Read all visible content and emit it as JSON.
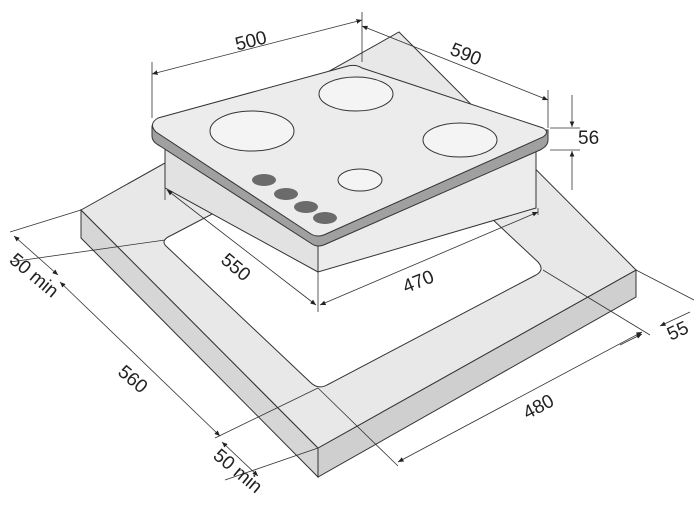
{
  "title": "Hob built-in installation dimensions",
  "dimensions": {
    "hob_width": "500",
    "hob_depth": "590",
    "hob_height": "56",
    "cutout_depth": "550",
    "cutout_width": "470",
    "rear_clearance": "50 min",
    "worktop_depth": "560",
    "worktop_width": "480",
    "side_clearance": "55",
    "front_clearance": "50 min"
  },
  "colors": {
    "worktop_top": "#e8e8e8",
    "worktop_face": "#d4d4d4",
    "hob_top": "#ececec",
    "hob_edge": "#9a9a9a",
    "knob": "#6b6b6b"
  }
}
